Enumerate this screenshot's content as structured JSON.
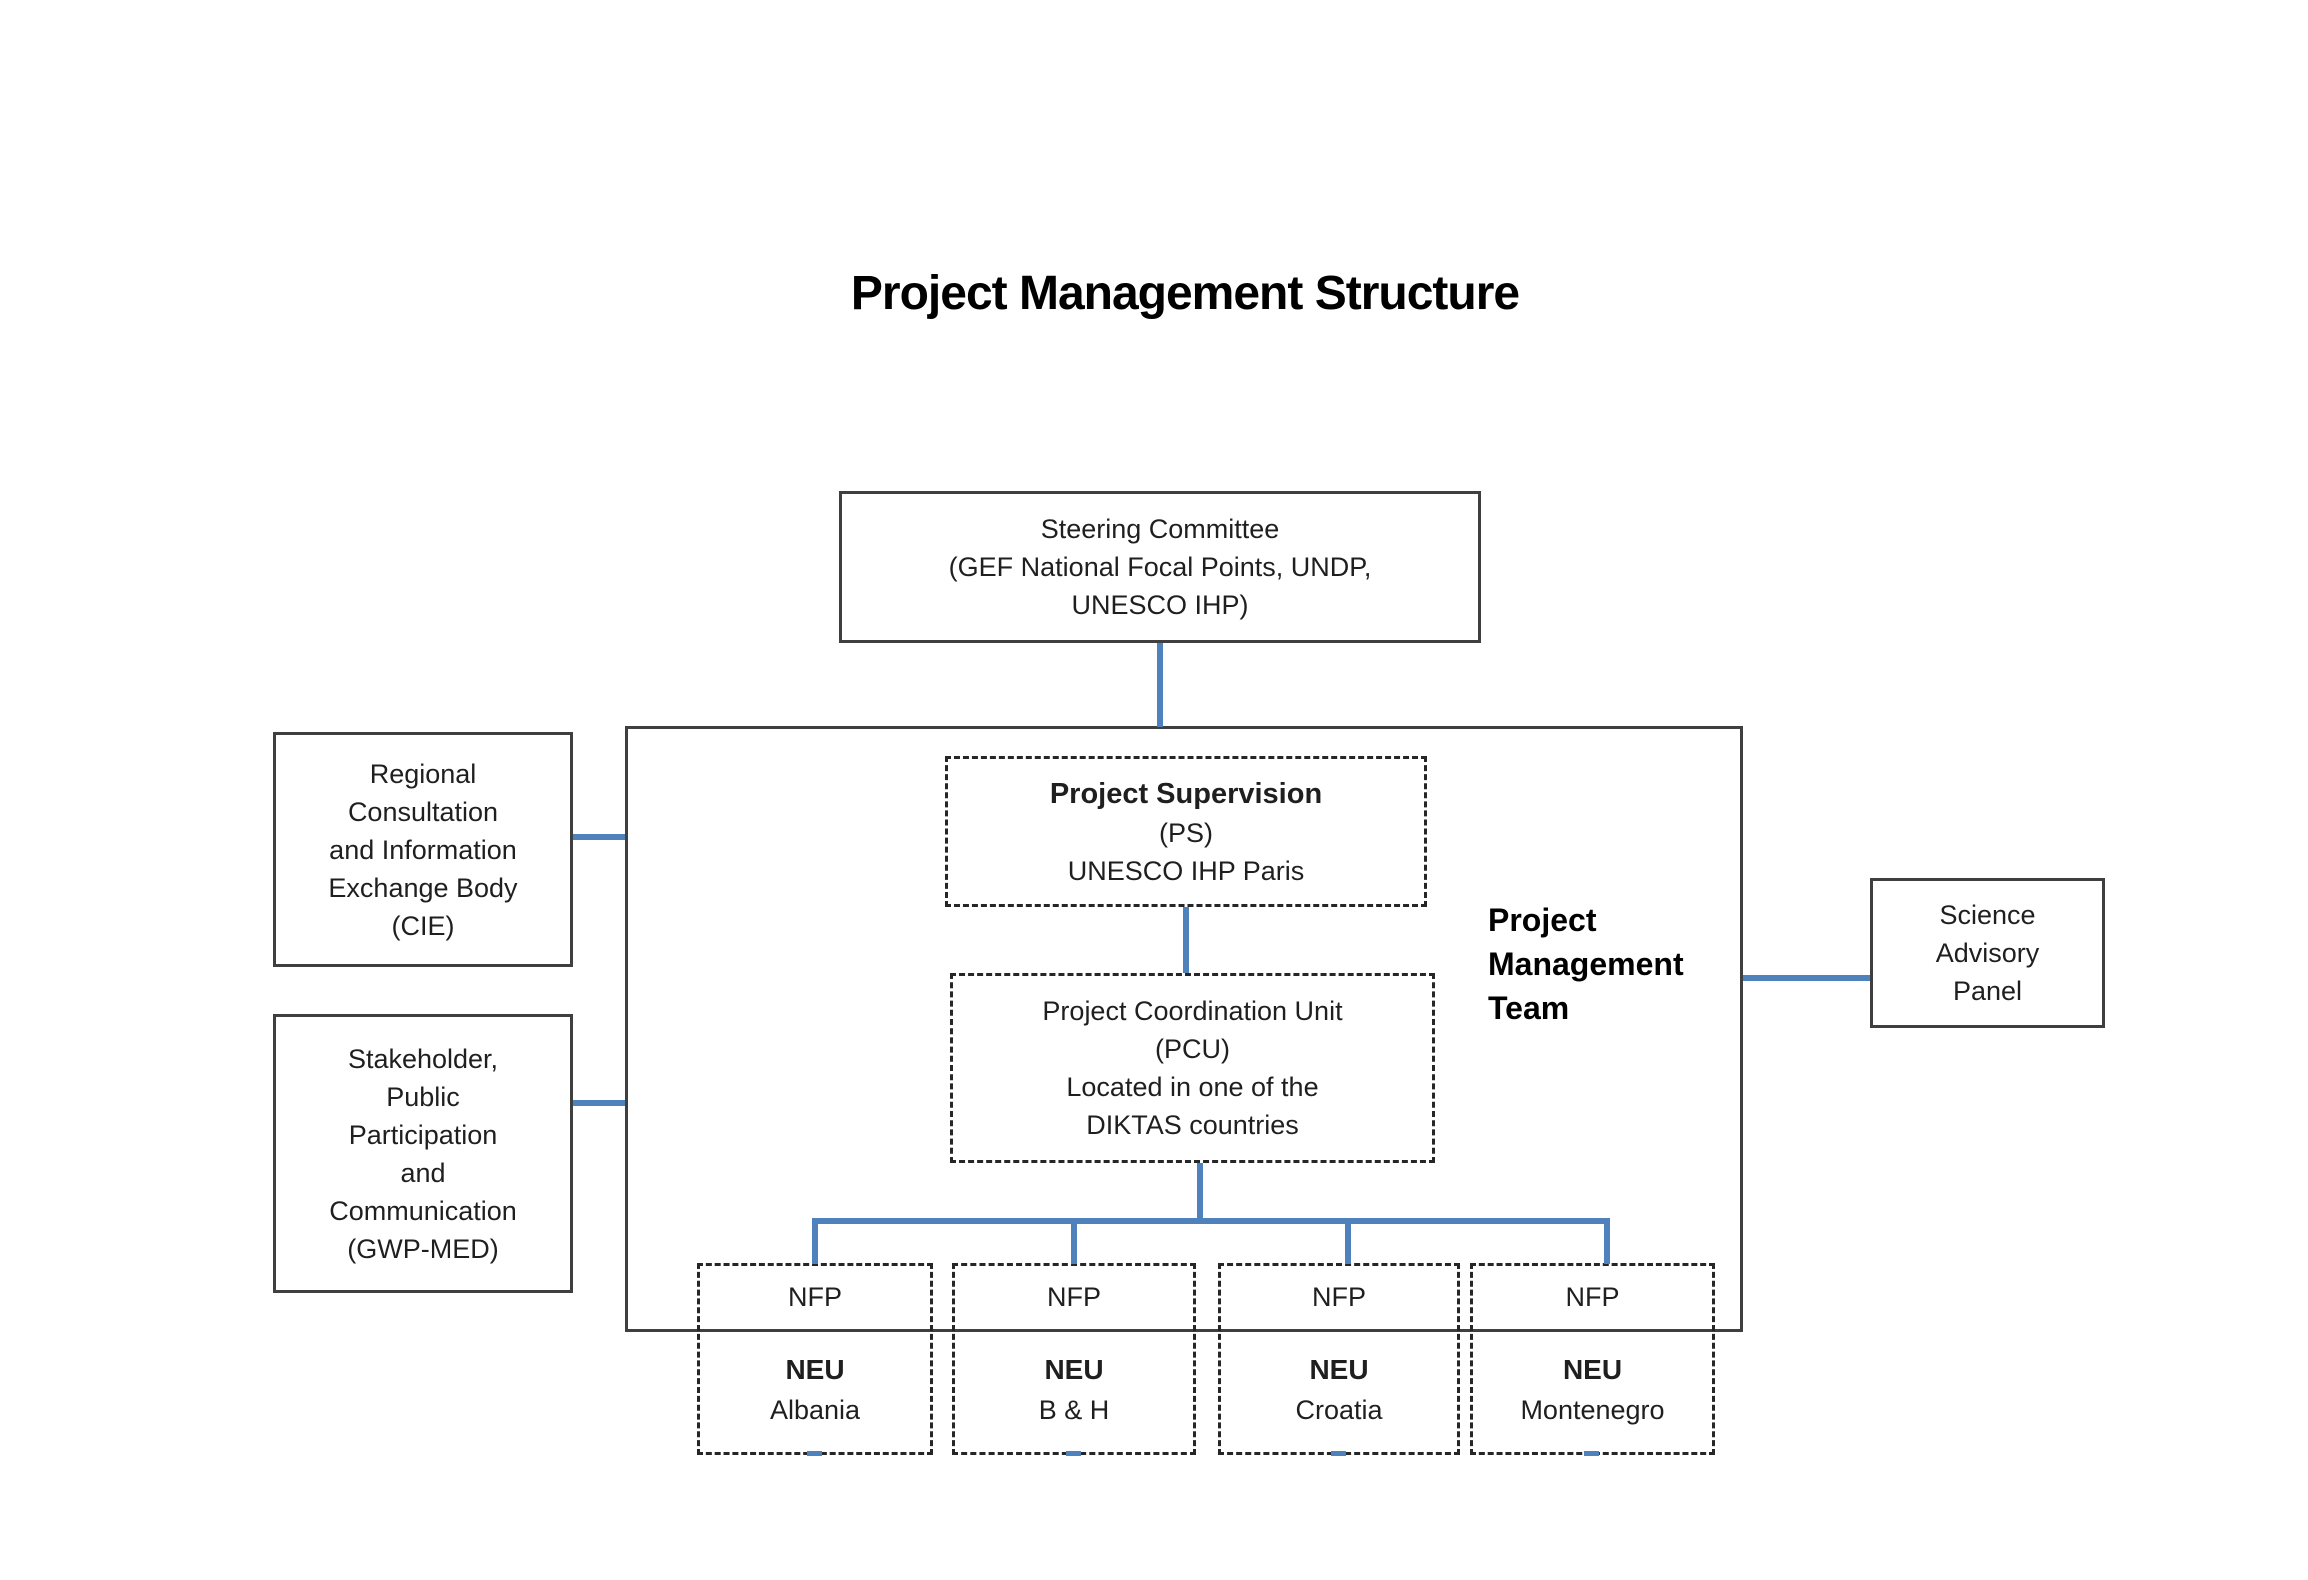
{
  "title": "Project Management Structure",
  "colors": {
    "connector": "#4f81bd",
    "solid_border": "#3f3f3f",
    "dashed_border": "#262626",
    "text": "#1f1f1f"
  },
  "nodes": {
    "steering_committee": {
      "text": "Steering Committee\n(GEF National Focal Points, UNDP,\nUNESCO IHP)"
    },
    "project_supervision": {
      "heading": "Project Supervision",
      "text": "(PS)\nUNESCO IHP Paris"
    },
    "project_coordination_unit": {
      "text": "Project Coordination Unit\n(PCU)\nLocated in one of the\nDIKTAS countries"
    },
    "project_management_team_label": {
      "text": "Project\nManagement\nTeam"
    },
    "regional_consultation_body": {
      "text": "Regional\nConsultation\nand Information\nExchange Body\n(CIE)"
    },
    "stakeholder_participation": {
      "text": "Stakeholder,\nPublic\nParticipation\nand\nCommunication\n(GWP-MED)"
    },
    "science_advisory_panel": {
      "text": "Science\nAdvisory\nPanel"
    },
    "national_units": [
      {
        "nfp": "NFP",
        "neu": "NEU",
        "country": "Albania"
      },
      {
        "nfp": "NFP",
        "neu": "NEU",
        "country": "B & H"
      },
      {
        "nfp": "NFP",
        "neu": "NEU",
        "country": "Croatia"
      },
      {
        "nfp": "NFP",
        "neu": "NEU",
        "country": "Montenegro"
      }
    ]
  }
}
